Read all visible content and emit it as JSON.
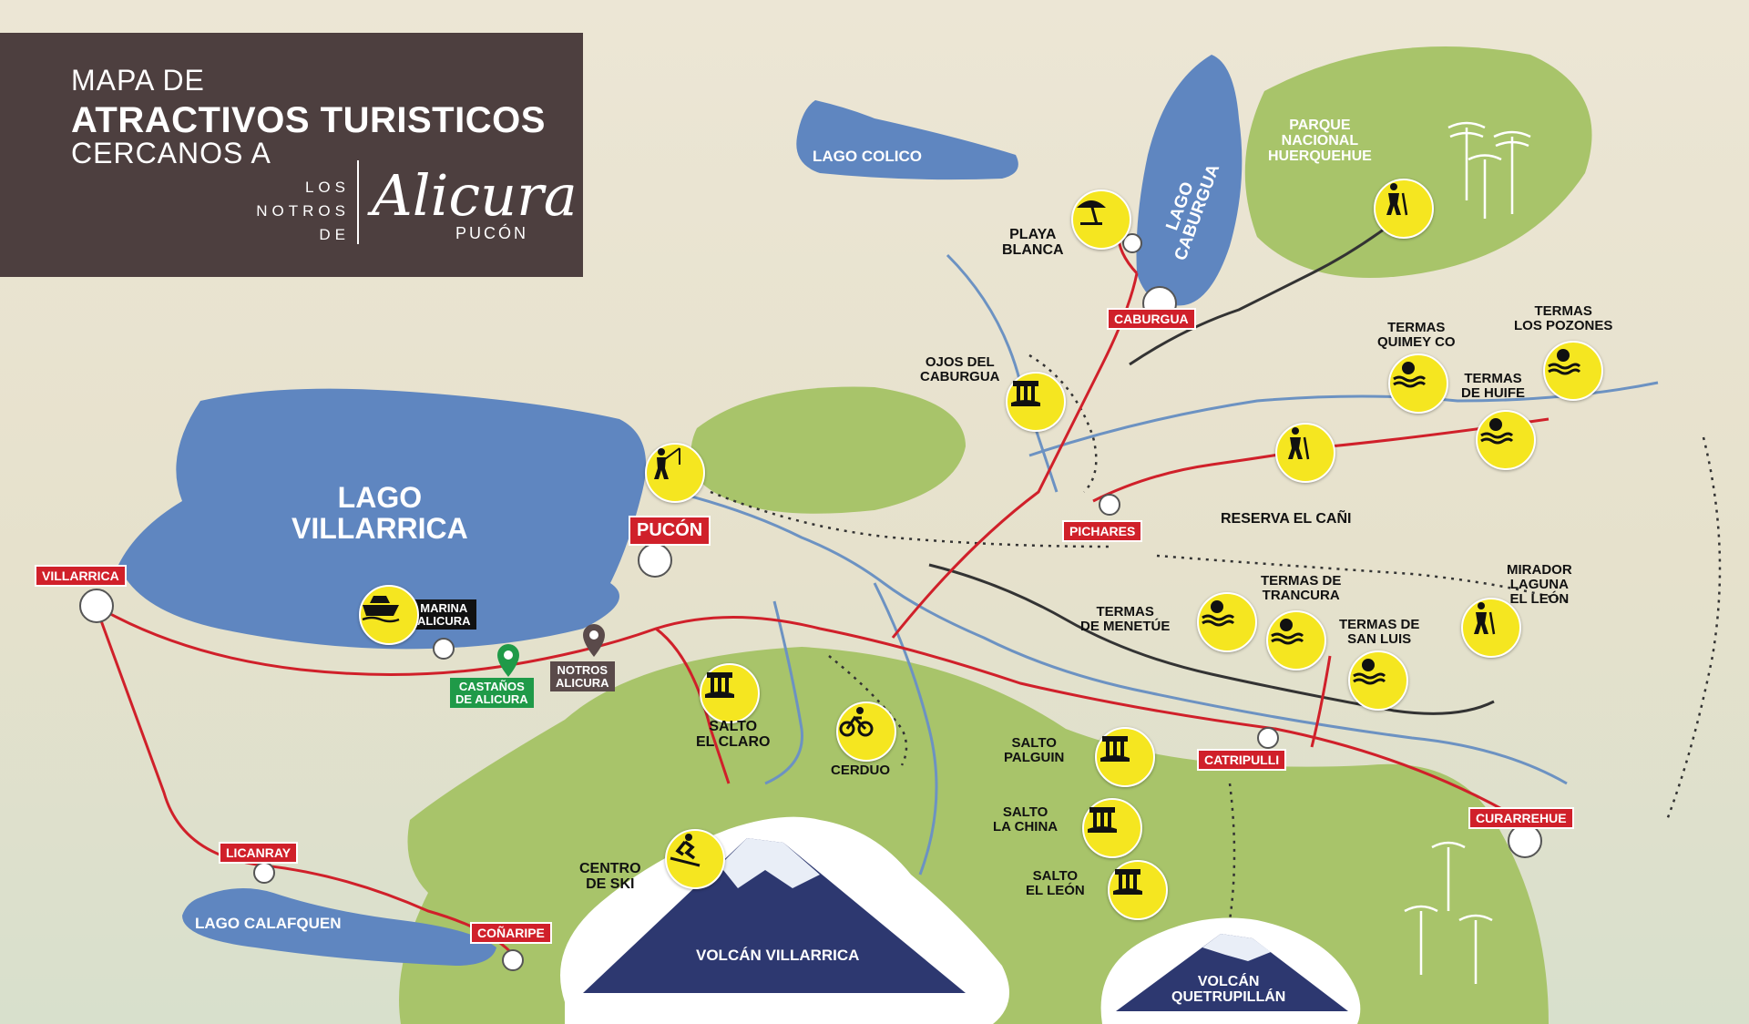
{
  "title": {
    "line1": "MAPA DE",
    "line2": "ATRACTIVOS TURISTICOS",
    "line3": "CERCANOS A",
    "brand_los": "LOS",
    "brand_notros": "NOTROS",
    "brand_de": "DE",
    "brand_name": "Alicura",
    "brand_city": "PUCÓN"
  },
  "lakes": {
    "villarrica_1": "LAGO",
    "villarrica_2": "VILLARRICA",
    "colico": "LAGO COLICO",
    "caburgua_1": "LAGO",
    "caburgua_2": "CABURGUA",
    "calafquen": "LAGO CALAFQUEN"
  },
  "towns": {
    "villarrica": "VILLARRICA",
    "pucon": "PUCÓN",
    "caburgua": "CABURGUA",
    "pichares": "PICHARES",
    "catripulli": "CATRIPULLI",
    "curarrehue": "CURARREHUE",
    "licanray": "LICANRAY",
    "conaripe": "COÑARIPE"
  },
  "places": {
    "marina_1": "MARINA",
    "marina_2": "ALICURA",
    "castanos_1": "CASTAÑOS",
    "castanos_2": "DE ALICURA",
    "notros_1": "NOTROS",
    "notros_2": "ALICURA"
  },
  "attractions": {
    "playa_1": "PLAYA",
    "playa_2": "BLANCA",
    "parque_1": "PARQUE",
    "parque_2": "NACIONAL",
    "parque_3": "HUERQUEHUE",
    "ojos_1": "OJOS DEL",
    "ojos_2": "CABURGUA",
    "quimey_1": "TERMAS",
    "quimey_2": "QUIMEY CO",
    "pozones_1": "TERMAS",
    "pozones_2": "LOS POZONES",
    "huife_1": "TERMAS",
    "huife_2": "DE HUIFE",
    "reserva": "RESERVA EL CAÑI",
    "trancura_1": "TERMAS DE",
    "trancura_2": "TRANCURA",
    "menetue_1": "TERMAS",
    "menetue_2": "DE MENETÚE",
    "sanluis_1": "TERMAS DE",
    "sanluis_2": "SAN LUIS",
    "mirador_1": "MIRADOR",
    "mirador_2": "LAGUNA",
    "mirador_3": "EL LEÓN",
    "claro_1": "SALTO",
    "claro_2": "EL CLARO",
    "cerduo": "CERDUO",
    "palguin_1": "SALTO",
    "palguin_2": "PALGUIN",
    "china_1": "SALTO",
    "china_2": "LA CHINA",
    "leon_1": "SALTO",
    "leon_2": "EL LEÓN",
    "ski_1": "CENTRO",
    "ski_2": "DE SKI"
  },
  "volcanoes": {
    "villarrica": "VOLCÁN VILLARRICA",
    "quetrupillan_1": "VOLCÁN",
    "quetrupillan_2": "QUETRUPILLÁN"
  },
  "colors": {
    "lake": "#5f86c0",
    "forest": "#a8c46a",
    "road": "#d0202a",
    "poi": "#f5e620",
    "panel": "#4d3f3f"
  },
  "icons": [
    "beach-umbrella-icon",
    "hiker-icon",
    "waterfall-icon",
    "hot-springs-icon",
    "boat-icon",
    "cyclist-icon",
    "skier-icon",
    "fisherman-icon",
    "location-pin-icon"
  ]
}
